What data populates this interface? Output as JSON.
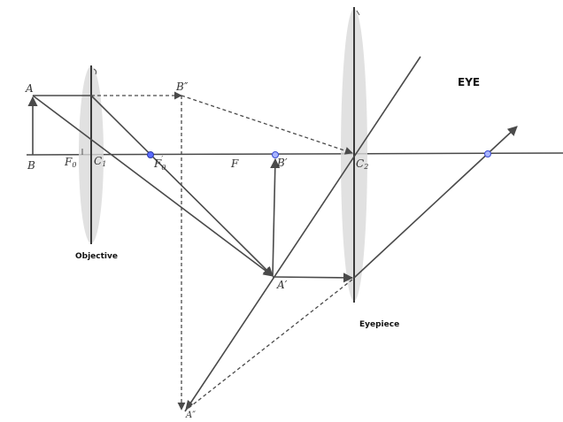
{
  "labels": {
    "A": "A",
    "B": "B",
    "F0": "F",
    "F0_sub": "0",
    "C1": "C",
    "C1_sub": "1",
    "F0_prime": "F",
    "F0_prime_sub": "0",
    "F0_prime_mark": "′",
    "F": "F",
    "B_prime": "B′",
    "C2": "C",
    "C2_sub": "2",
    "A_prime": "A′",
    "B_double_prime": "B″",
    "A_double_prime": "A″"
  },
  "captions": {
    "objective": "Objective",
    "eyepiece": "Eyepiece",
    "eye": "EYE"
  }
}
